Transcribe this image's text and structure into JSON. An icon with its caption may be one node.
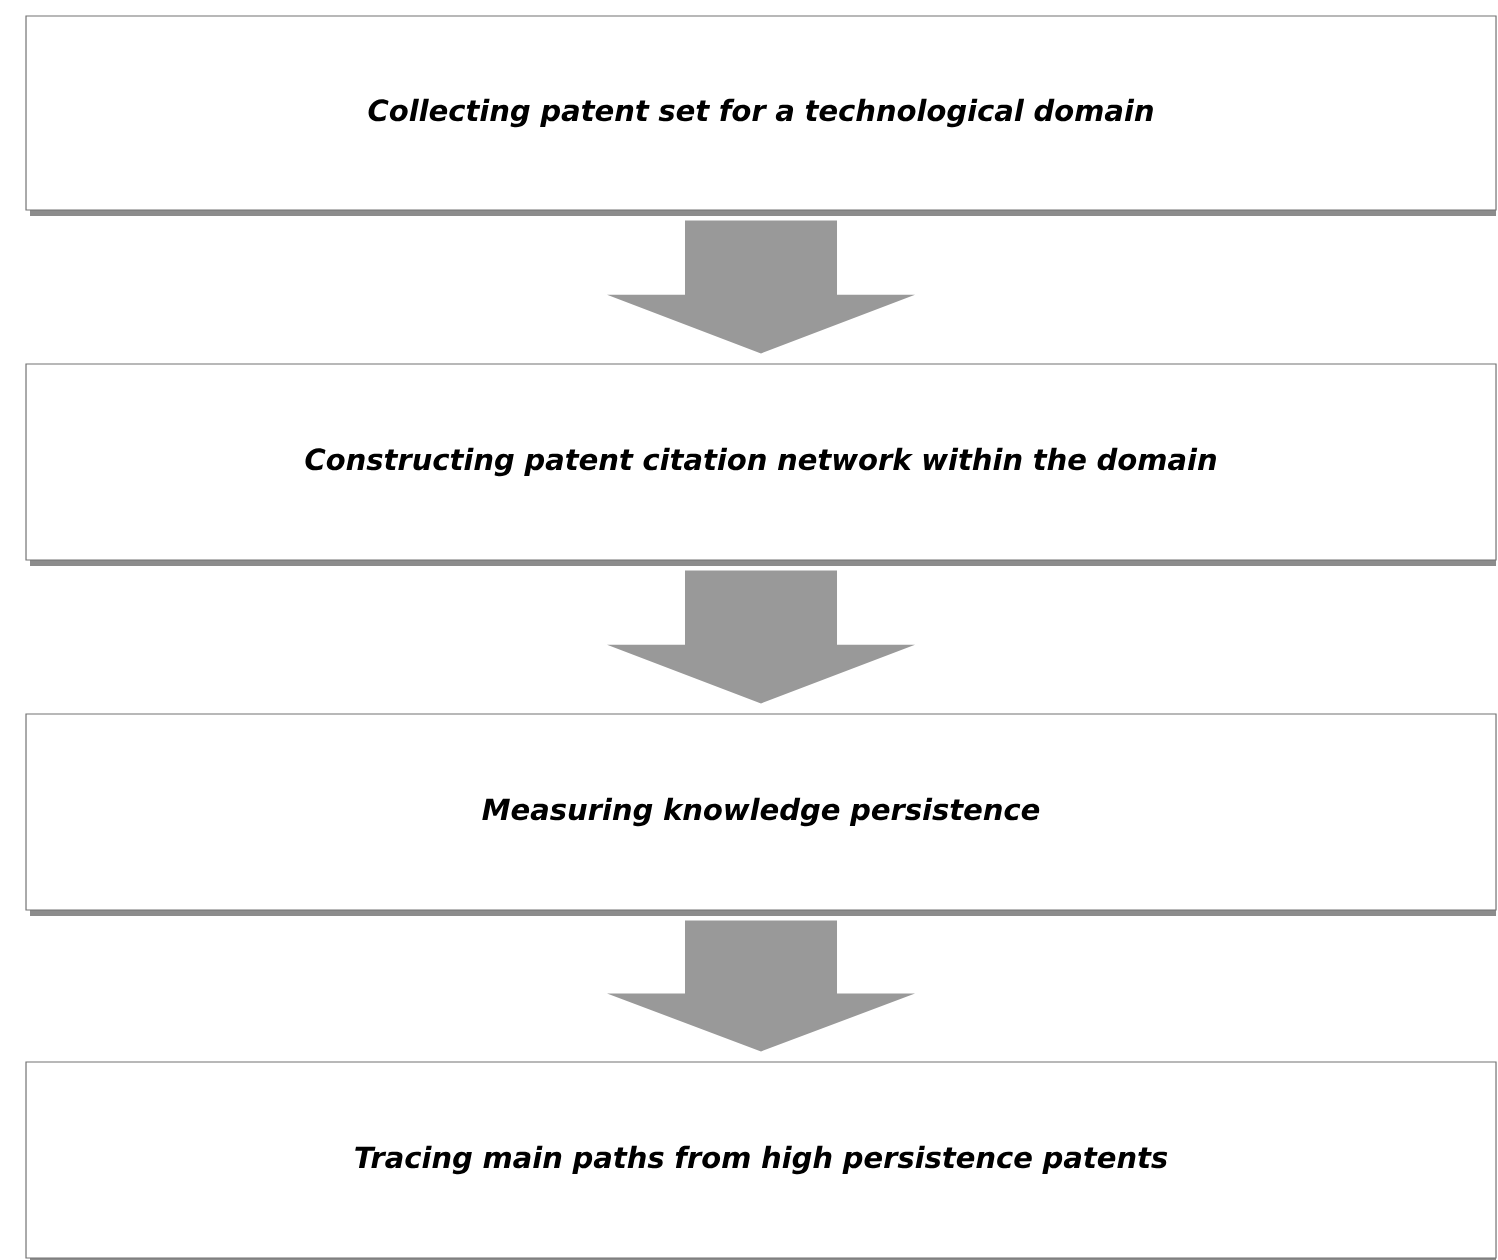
{
  "diagram": {
    "nodes": [
      {
        "text": [
          "Collecting patent set for a technological domain"
        ]
      },
      {
        "text": [
          "Constructing patent citation network within the domain"
        ]
      },
      {
        "text": [
          "Measuring knowledge persistence"
        ]
      },
      {
        "text": [
          "Tracing main paths from high persistence patents"
        ]
      }
    ],
    "edges": [
      {
        "from": 0,
        "to": 1,
        "arrow": "to"
      },
      {
        "from": 1,
        "to": 2,
        "arrow": "to"
      },
      {
        "from": 2,
        "to": 3,
        "arrow": "to"
      }
    ]
  }
}
